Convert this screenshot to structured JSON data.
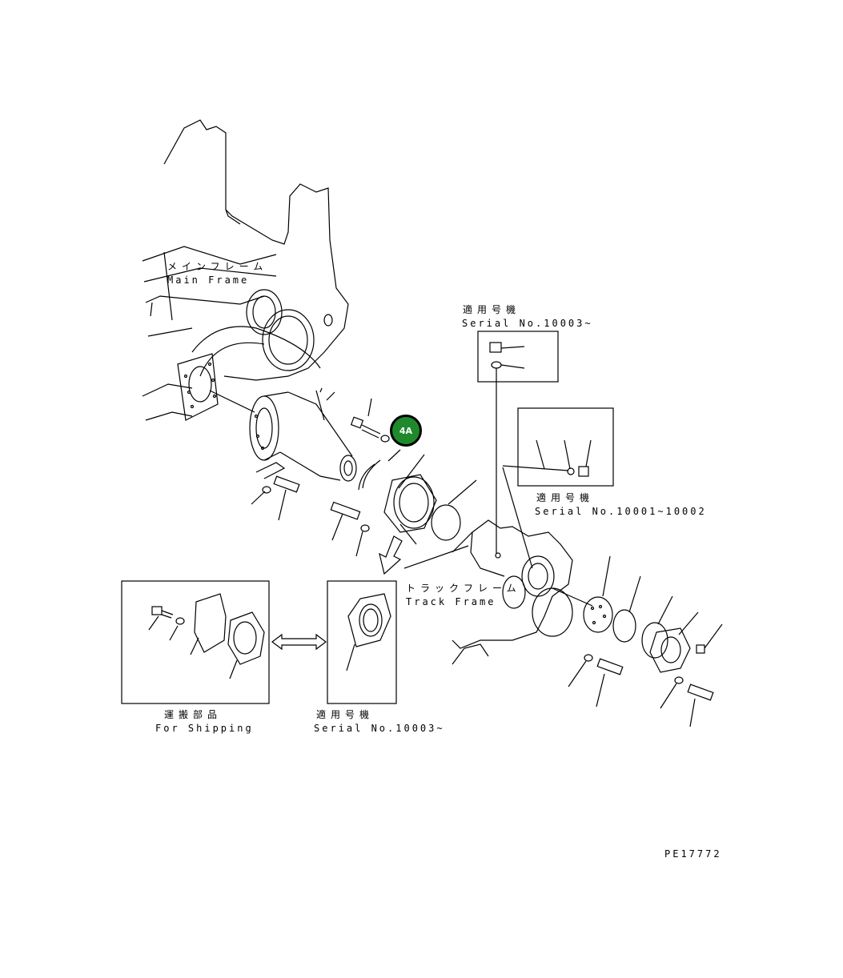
{
  "labels": {
    "main_frame_jp": "メインフレーム",
    "main_frame_en": "Main Frame",
    "track_frame_jp": "トラックフレーム",
    "track_frame_en": "Track Frame",
    "serial_top_jp": "適用号機",
    "serial_top_en": "Serial No.10003~",
    "serial_mid_jp": "適用号機",
    "serial_mid_en": "Serial No.10001~10002",
    "shipping_jp": "運搬部品",
    "shipping_en": "For Shipping",
    "serial_bottom_jp": "適用号機",
    "serial_bottom_en": "Serial No.10003~",
    "drawing_no": "PE17772"
  },
  "callout": {
    "label": "4A",
    "color": "#1f8a2b"
  }
}
